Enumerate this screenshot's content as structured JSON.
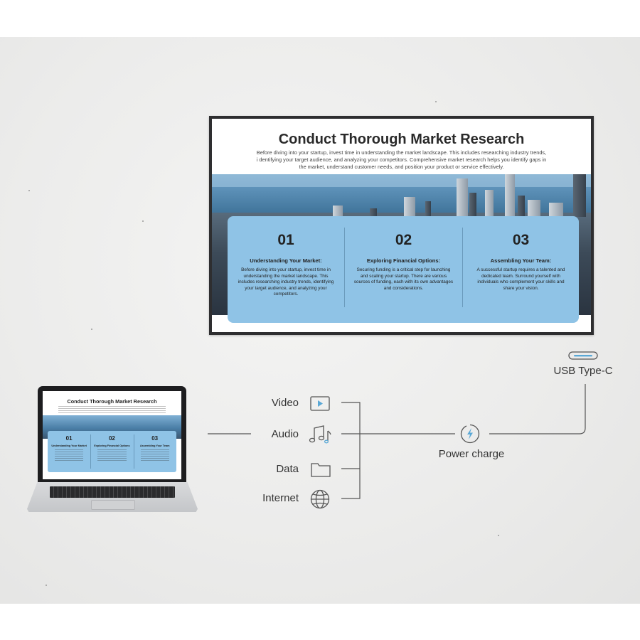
{
  "slide": {
    "title": "Conduct Thorough Market Research",
    "intro": "Before diving into your startup, invest time in understanding the market landscape. This includes researching industry trends, i dentifying your target audience, and analyzing your competitors. Comprehensive market research helps you identify gaps in the market, understand customer needs, and position your product or service effectively.",
    "cards": [
      {
        "number": "01",
        "title": "Understanding Your Market:",
        "text": "Before diving into your startup, invest time in understanding the market landscape. This includes researching industry trends, identifying your target audience, and analyzing your competitors."
      },
      {
        "number": "02",
        "title": "Exploring Financial Options:",
        "text": "Securing funding is a critical step for launching and scaling your startup. There are various sources of funding, each with its own advantages and considerations."
      },
      {
        "number": "03",
        "title": "Assembling Your Team:",
        "text": "A successful startup requires a talented and dedicated team. Surround yourself with individuals who complement your skills and share your vision."
      }
    ]
  },
  "laptop_slide": {
    "title": "Conduct Thorough Market Research",
    "cards": [
      {
        "number": "01",
        "title": "Understanding Your Market"
      },
      {
        "number": "02",
        "title": "Exploring Financial Options"
      },
      {
        "number": "03",
        "title": "Assembling Your Team"
      }
    ]
  },
  "connections": {
    "signals": [
      {
        "label": "Video",
        "icon": "play-icon"
      },
      {
        "label": "Audio",
        "icon": "music-note-icon"
      },
      {
        "label": "Data",
        "icon": "folder-icon"
      },
      {
        "label": "Internet",
        "icon": "globe-icon"
      }
    ],
    "power_label": "Power charge",
    "power_icon": "lightning-icon",
    "port_label": "USB Type-C",
    "port_icon": "usb-c-port-icon"
  },
  "colors": {
    "card_blue": "#8fc3e6",
    "line_gray": "#555555",
    "icon_blue": "#5aa8d6"
  }
}
